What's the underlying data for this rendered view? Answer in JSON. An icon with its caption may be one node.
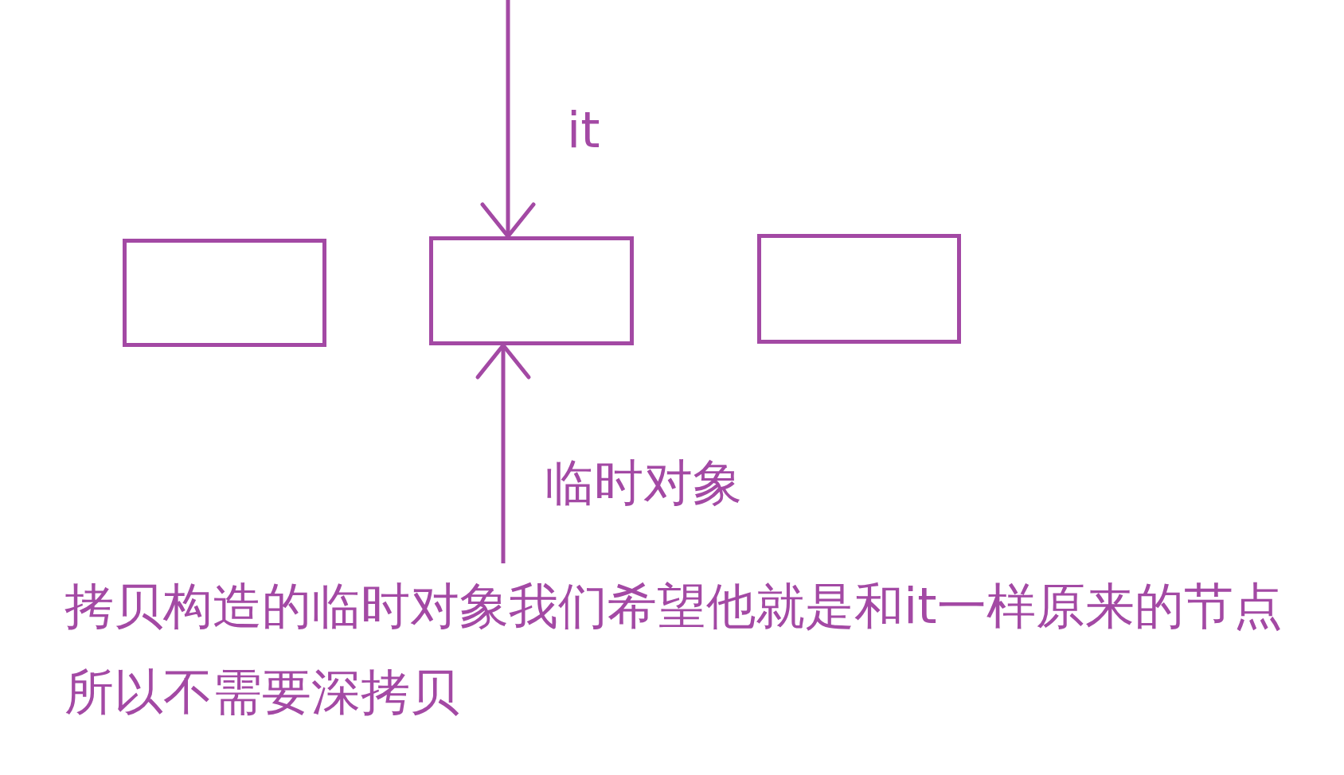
{
  "diagram": {
    "nodes": [
      {
        "text": [],
        "shape": "box"
      },
      {
        "text": [],
        "shape": "box"
      },
      {
        "text": [],
        "shape": "box"
      },
      {
        "text": [
          "拷贝构造的临时对象我们希望他就是和it一样原来的节点所以不需要深拷贝"
        ]
      }
    ],
    "edges": [
      {
        "from": null,
        "to": 1,
        "arrow": "to",
        "label": "it"
      },
      {
        "from": 3,
        "to": 1,
        "arrow": "to",
        "label": "临时对象"
      }
    ]
  }
}
